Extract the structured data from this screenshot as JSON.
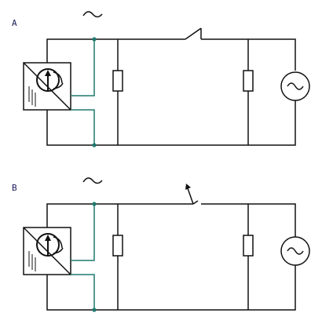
{
  "panels": [
    {
      "label": "A",
      "switch_state": "closed"
    },
    {
      "label": "B",
      "switch_state": "open"
    }
  ],
  "colors": {
    "wire": "#111111",
    "inverter_link": "#1f7a6e",
    "label": "#1a1a5a"
  },
  "icons": {
    "ac_symbol": "tilde",
    "source": "ac-source-circle",
    "converter": "inverter-box",
    "load": "resistor-rect"
  }
}
